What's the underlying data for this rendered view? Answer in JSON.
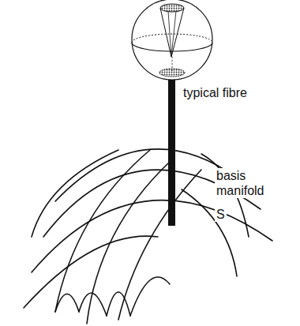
{
  "diagram": {
    "labels": [
      "typical fibre",
      "basis manifold",
      "S"
    ]
  }
}
